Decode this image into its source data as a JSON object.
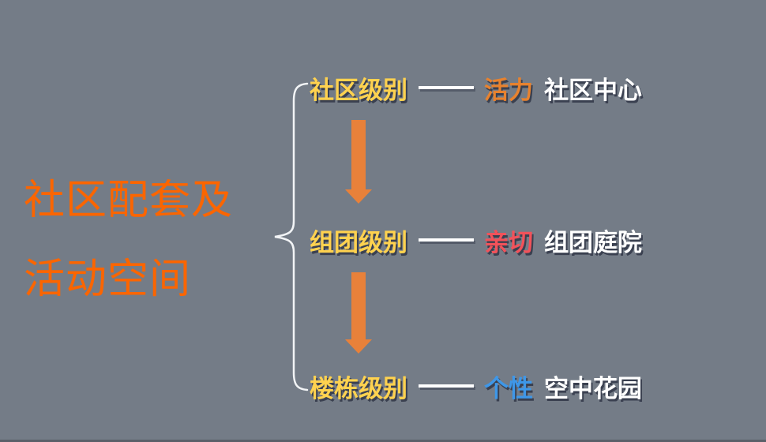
{
  "title": {
    "line1": "社区配套及",
    "line2": "活动空间"
  },
  "diagram": {
    "rows": [
      {
        "level": "社区级别",
        "keyword": "活力",
        "keyword_color": "#E8822E",
        "description": "社区中心"
      },
      {
        "level": "组团级别",
        "keyword": "亲切",
        "keyword_color": "#F2525A",
        "description": "组团庭院"
      },
      {
        "level": "楼栋级别",
        "keyword": "个性",
        "keyword_color": "#3E97E8",
        "description": "空中花园"
      }
    ]
  },
  "colors": {
    "background": "#747C87",
    "title": "#FB6500",
    "level_label": "#FFD24F",
    "connector_line": "#FFFFFF",
    "description_text": "#FFFFFF",
    "arrow": "#E8813A",
    "brace": "#F2F4F6",
    "text_shadow": "#3A4050"
  }
}
